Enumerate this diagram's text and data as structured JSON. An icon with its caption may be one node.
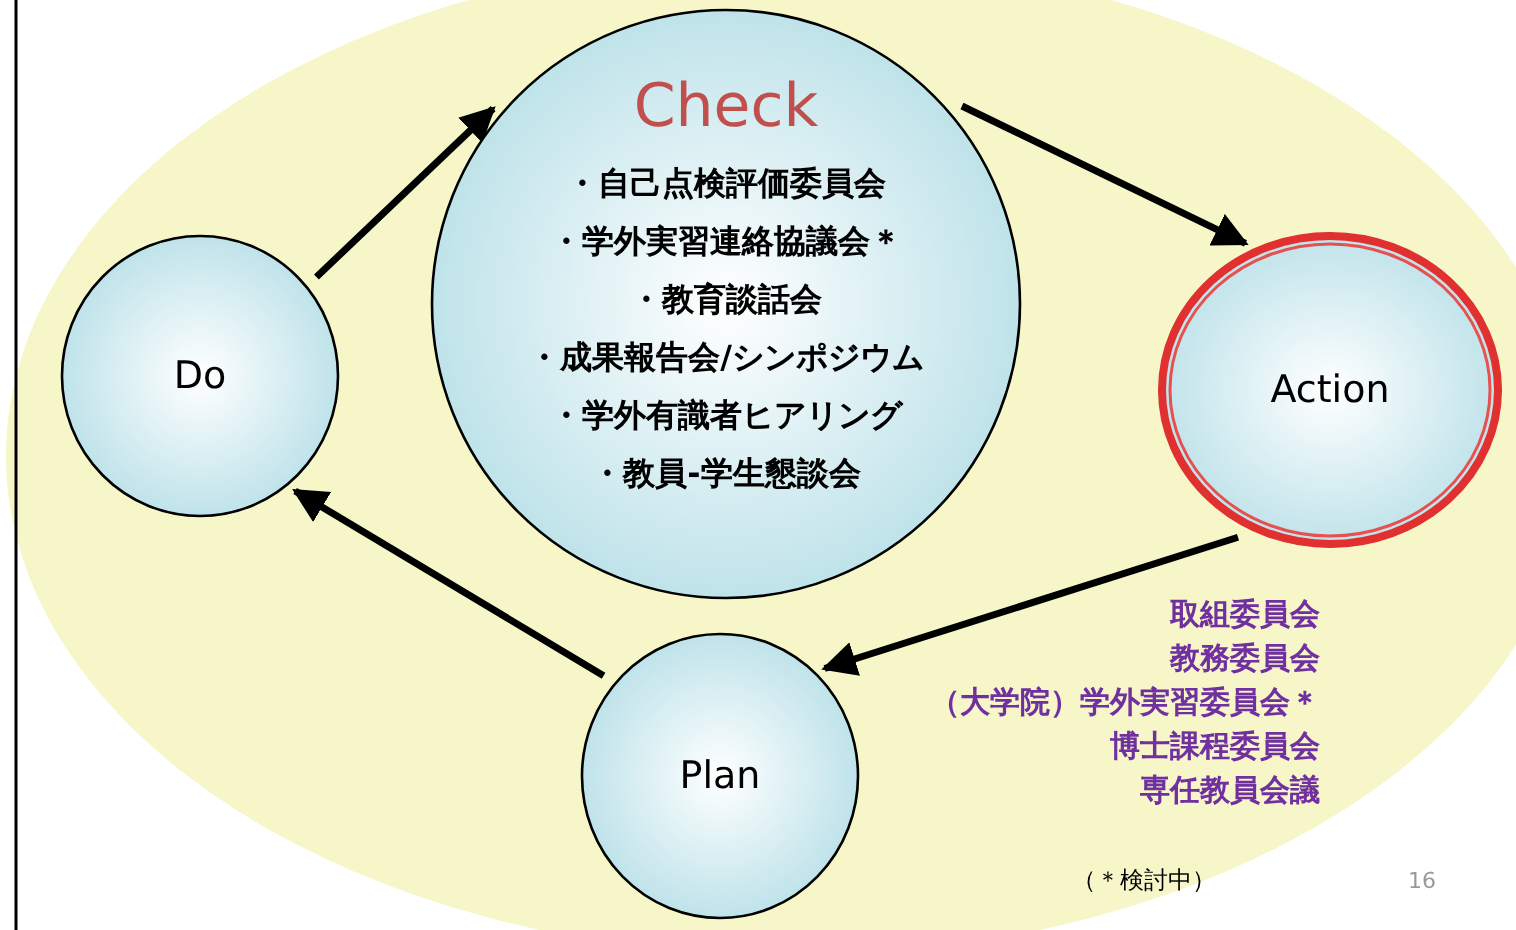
{
  "diagram": {
    "nodes": [
      {
        "text": [
          "Do"
        ]
      },
      {
        "text": [
          "Check",
          "・自己点検評価委員会",
          "・学外実習連絡協議会＊",
          "・教育談話会",
          "・成果報告会/シンポジウム",
          "・学外有識者ヒアリング",
          "・教員-学生懇談会"
        ]
      },
      {
        "text": [
          "Action"
        ]
      },
      {
        "text": [
          "Plan"
        ]
      }
    ],
    "edges": [
      {
        "from": 0,
        "to": 1,
        "arrow": "to"
      },
      {
        "from": 1,
        "to": 2,
        "arrow": "to"
      },
      {
        "from": 2,
        "to": 3,
        "arrow": "to"
      },
      {
        "from": 3,
        "to": 0,
        "arrow": "to"
      }
    ],
    "labels": [
      "取組委員会",
      "教務委員会",
      "（大学院）学外実習委員会＊",
      "博士課程委員会",
      "専任教員会議",
      "（＊検討中）",
      "16"
    ]
  }
}
